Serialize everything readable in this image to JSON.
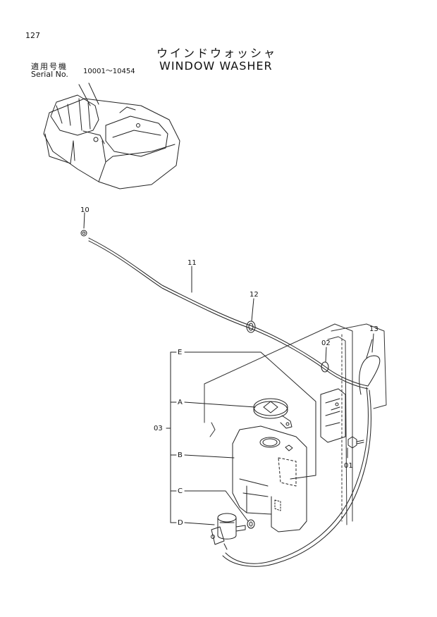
{
  "header": {
    "page_number": "127",
    "title_jp": "ウインドウォッシャ",
    "title_en": "WINDOW  WASHER",
    "serial_label_jp": "適用号機",
    "serial_label_en": "Serial No.",
    "serial_range": "10001～10454"
  },
  "callouts": {
    "p10": "10",
    "p11": "11",
    "p12": "12",
    "p13": "13",
    "p02": "02",
    "p01": "01",
    "p03": "03",
    "e": "E",
    "a": "A",
    "b": "B",
    "c": "C",
    "d": "D"
  }
}
